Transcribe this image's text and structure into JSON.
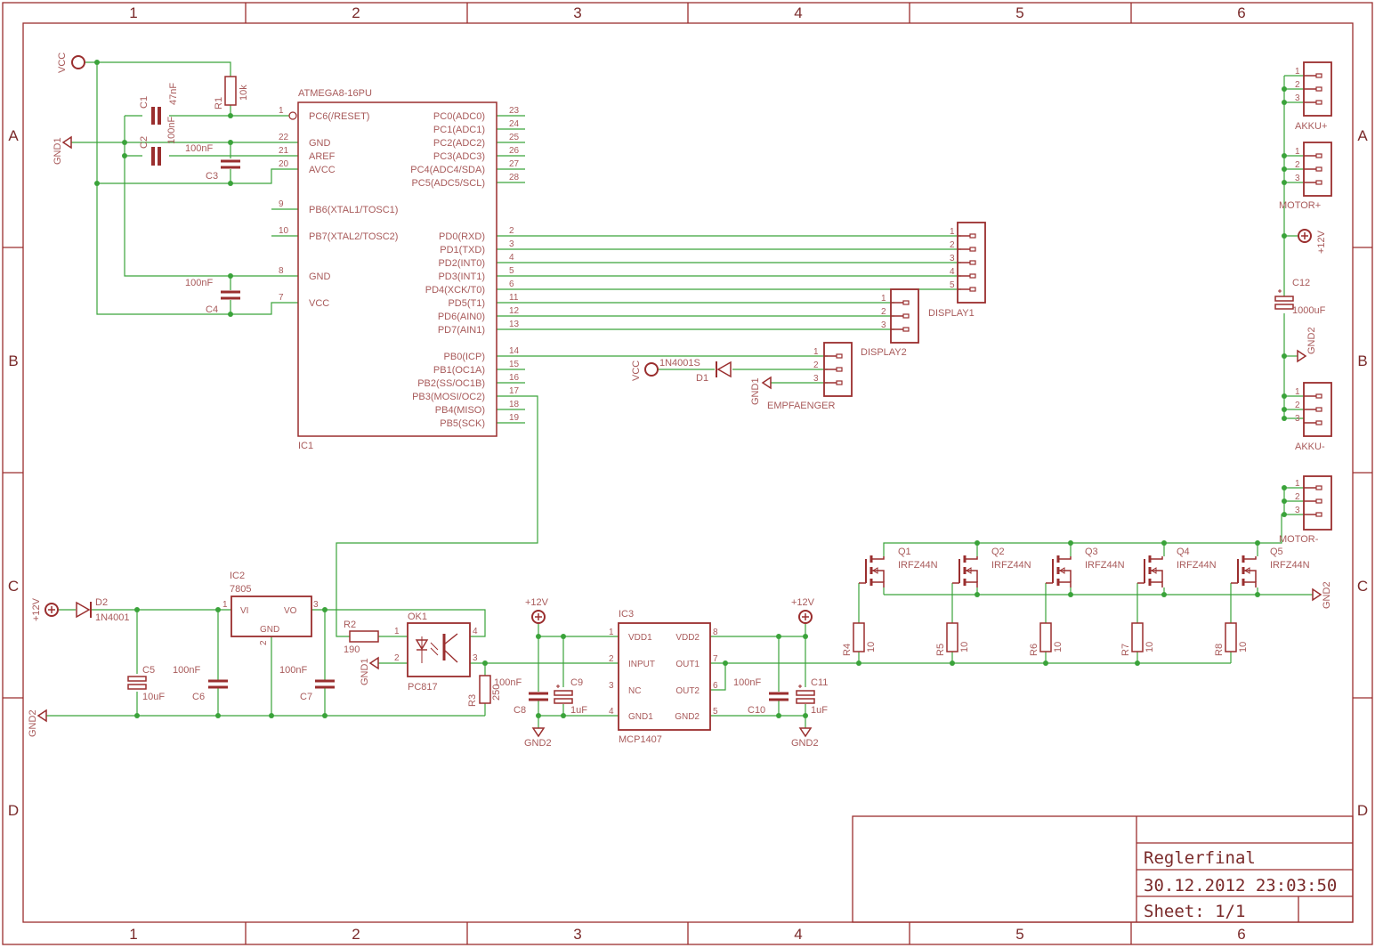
{
  "frame": {
    "columns": [
      "1",
      "2",
      "3",
      "4",
      "5",
      "6"
    ],
    "rows": [
      "A",
      "B",
      "C",
      "D"
    ]
  },
  "title_block": {
    "name": "Reglerfinal",
    "datetime": "30.12.2012 23:03:50",
    "sheet": "Sheet: 1/1"
  },
  "ic1": {
    "ref": "IC1",
    "part": "ATMEGA8-16PU",
    "left_pins": [
      {
        "num": "1",
        "name": "PC6(/RESET)"
      },
      {
        "num": "22",
        "name": "GND"
      },
      {
        "num": "21",
        "name": "AREF"
      },
      {
        "num": "20",
        "name": "AVCC"
      },
      {
        "num": "9",
        "name": "PB6(XTAL1/TOSC1)"
      },
      {
        "num": "10",
        "name": "PB7(XTAL2/TOSC2)"
      },
      {
        "num": "8",
        "name": "GND"
      },
      {
        "num": "7",
        "name": "VCC"
      }
    ],
    "right_pins": [
      {
        "num": "23",
        "name": "PC0(ADC0)"
      },
      {
        "num": "24",
        "name": "PC1(ADC1)"
      },
      {
        "num": "25",
        "name": "PC2(ADC2)"
      },
      {
        "num": "26",
        "name": "PC3(ADC3)"
      },
      {
        "num": "27",
        "name": "PC4(ADC4/SDA)"
      },
      {
        "num": "28",
        "name": "PC5(ADC5/SCL)"
      },
      {
        "num": "2",
        "name": "PD0(RXD)"
      },
      {
        "num": "3",
        "name": "PD1(TXD)"
      },
      {
        "num": "4",
        "name": "PD2(INT0)"
      },
      {
        "num": "5",
        "name": "PD3(INT1)"
      },
      {
        "num": "6",
        "name": "PD4(XCK/T0)"
      },
      {
        "num": "11",
        "name": "PD5(T1)"
      },
      {
        "num": "12",
        "name": "PD6(AIN0)"
      },
      {
        "num": "13",
        "name": "PD7(AIN1)"
      },
      {
        "num": "14",
        "name": "PB0(ICP)"
      },
      {
        "num": "15",
        "name": "PB1(OC1A)"
      },
      {
        "num": "16",
        "name": "PB2(SS/OC1B)"
      },
      {
        "num": "17",
        "name": "PB3(MOSI/OC2)"
      },
      {
        "num": "18",
        "name": "PB4(MISO)"
      },
      {
        "num": "19",
        "name": "PB5(SCK)"
      }
    ]
  },
  "ic3": {
    "ref": "IC3",
    "part": "MCP1407",
    "left_pins": [
      {
        "num": "1",
        "name": "VDD1"
      },
      {
        "num": "2",
        "name": "INPUT"
      },
      {
        "num": "3",
        "name": "NC"
      },
      {
        "num": "4",
        "name": "GND1"
      }
    ],
    "right_pins": [
      {
        "num": "8",
        "name": "VDD2"
      },
      {
        "num": "7",
        "name": "OUT1"
      },
      {
        "num": "6",
        "name": "OUT2"
      },
      {
        "num": "5",
        "name": "GND2"
      }
    ]
  },
  "ic2": {
    "ref": "IC2",
    "part": "7805",
    "vi": "VI",
    "vo": "VO",
    "gnd": "GND",
    "pin1": "1",
    "pin2": "2",
    "pin3": "3"
  },
  "ok1": {
    "ref": "OK1",
    "part": "PC817",
    "pin1": "1",
    "pin2": "2",
    "pin3": "3",
    "pin4": "4"
  },
  "connectors": {
    "display1": "DISPLAY1",
    "display2": "DISPLAY2",
    "empfaenger": "EMPFAENGER",
    "akku_plus": "AKKU+",
    "motor_plus": "MOTOR+",
    "akku_minus": "AKKU-",
    "motor_minus": "MOTOR-",
    "pin_numbers": [
      "1",
      "2",
      "3",
      "4",
      "5"
    ]
  },
  "components": {
    "c1_ref": "C1",
    "c1_val": "47nF",
    "c2_ref": "C2",
    "c2_val": "100nF",
    "c3_ref": "C3",
    "c3_val": "100nF",
    "c4_ref": "C4",
    "c4_val": "100nF",
    "c5_ref": "C5",
    "c5_val": "10uF",
    "c6_ref": "C6",
    "c6_val": "100nF",
    "c7_ref": "C7",
    "c7_val": "100nF",
    "c8_ref": "C8",
    "c8_val": "100nF",
    "c9_ref": "C9",
    "c9_val": "1uF",
    "c10_ref": "C10",
    "c10_val": "100nF",
    "c11_ref": "C11",
    "c11_val": "1uF",
    "c12_ref": "C12",
    "c12_val": "1000uF",
    "r1_ref": "R1",
    "r1_val": "10k",
    "r2_ref": "R2",
    "r2_val": "190",
    "r3_ref": "R3",
    "r3_val": "250",
    "r4_ref": "R4",
    "r5_ref": "R5",
    "r6_ref": "R6",
    "r7_ref": "R7",
    "r8_ref": "R8",
    "gate_r_val": "10",
    "d1_ref": "D1",
    "d1_val": "1N4001S",
    "d2_ref": "D2",
    "d2_val": "1N4001",
    "q1": "Q1",
    "q2": "Q2",
    "q3": "Q3",
    "q4": "Q4",
    "q5": "Q5",
    "mosfet": "IRFZ44N"
  },
  "supplies": {
    "vcc": "VCC",
    "gnd1": "GND1",
    "gnd2": "GND2",
    "plus12v": "+12V"
  }
}
